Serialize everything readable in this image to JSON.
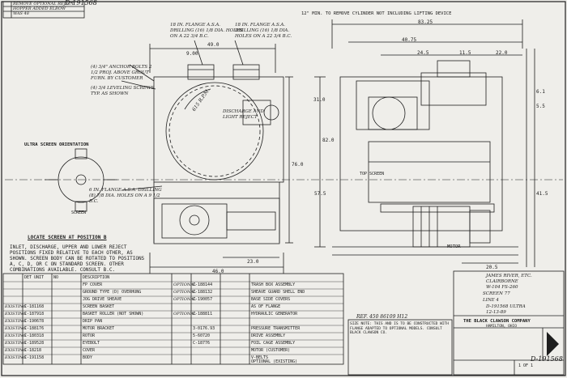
{
  "sheet": {
    "drawing_no_top": "D-191568",
    "drawing_no_bottom": "D-191568",
    "sheet_no": "1 OF 1",
    "company": "THE BLACK CLAWSON COMPANY",
    "company_sub": "HAMILTON, OHIO",
    "title_block": [
      "JAMES RIVER, ETC.",
      "CLAIRBORNE",
      "W-104 FS-260",
      "D-191568 ULTRA",
      "12-13-89"
    ],
    "ref_note": "REF. 450 86109 H12",
    "spec_note": "SIZE NOTE: THIS AND IS TO BE CONSTRUCTED WITH FLANGE ADAPTED TO OPTIONAL MODELS. CONSULT BLACK CLAWSON CO."
  },
  "top_revisions": {
    "row1": "REMOVE OPTIONAL REJECT",
    "row2": "HOPPER ADDED ELBOW",
    "row3": "WAS 48"
  },
  "annotations": {
    "min_remove": "12\" MIN. TO REMOVE CYLINDER NOT INCLUDING LIFTING DEVICE",
    "flange_18a": "18 IN. FLANGE A.S.A. DRILLING (16) 1/8 DIA. HOLES ON A 22 3/4 B.C.",
    "flange_18b": "18 IN. FLANGE A.S.A. DRILLING (16) 1/8 DIA. HOLES ON A 22 3/4 B.C.",
    "anchor_bolts": "(4) 3/4\" ANCHOR BOLTS 2 1/2 PROJ. ABOVE GROUT FURN. BY CUSTOMER",
    "leveling": "(4) 3/4 LEVELING SCREWS TYP. AS SHOWN",
    "flange_6": "6 IN. FLANGE A.S.A. DRILLING (8) 7/8 DIA. HOLES ON A 9 1/2 B.C.",
    "discharge": "DISCHARGE AND LIGHT REJECT",
    "rpm": "615 R.P.M.",
    "orientation_title": "ULTRA SCREEN ORIENTATION",
    "position": "LOCATE SCREEN AT POSITION B",
    "inlet_note": "INLET, DISCHARGE, UPPER AND LOWER REJECT POSITIONS FIXED RELATIVE TO EACH OTHER, AS SHOWN. SCREEN BODY CAN BE ROTATED TO POSITIONS A, C, D, OR C ON STANDARD SCREEN. OTHER COMBINATIONS AVAILABLE. CONSULT B.C.",
    "screen_label": "SCREEN",
    "top_screen": "TOP SCREEN",
    "motor": "MOTOR",
    "screen_id": "SCREEN 77",
    "line_id": "LINE 4"
  },
  "dimensions": {
    "d49": "49.0",
    "d900": "9.00",
    "d8325": "83.25",
    "d4075": "40.75",
    "d245": "24.5",
    "d115": "11.5",
    "d225": "22.0",
    "d310": "31.0",
    "d820": "82.0",
    "d760": "76.0",
    "d575": "57.5",
    "d230": "23.0",
    "d460": "46.0",
    "d415": "41.5",
    "d55": "5.5",
    "d205": "20.5",
    "d61": "6.1"
  },
  "bom_left": [
    {
      "qty": "",
      "desc": "FP COVER",
      "item": ""
    },
    {
      "qty": "",
      "desc": "GROUND TYPE (D) OVERHUNG",
      "item": ""
    },
    {
      "qty": "",
      "desc": "JOG DRIVE SHEAVE",
      "item": ""
    },
    {
      "qty": "EXISTING",
      "desc": "SCREEN BASKET",
      "item": "C-181168"
    },
    {
      "qty": "EXISTING",
      "desc": "BASKET ROLLER (NOT SHOWN)",
      "item": "C-187918"
    },
    {
      "qty": "EXISTING",
      "desc": "DRIP PAN",
      "item": "C-190678"
    },
    {
      "qty": "EXISTING",
      "desc": "MOTOR BRACKET",
      "item": "C-188176"
    },
    {
      "qty": "EXISTING",
      "desc": "ROTOR",
      "item": "C-180318"
    },
    {
      "qty": "EXISTING",
      "desc": "EYEBOLT",
      "item": "C-189528"
    },
    {
      "qty": "EXISTING",
      "desc": "COVER",
      "item": "C-18218"
    },
    {
      "qty": "EXISTING",
      "desc": "BODY",
      "item": "C-191158"
    }
  ],
  "bom_right": [
    {
      "qty": "OPTIONAL",
      "desc": "TRASH BOX ASSEMBLY",
      "item": "C-188144"
    },
    {
      "qty": "OPTIONAL",
      "desc": "SHEAVE GUARD SHELL END",
      "item": "C-188132"
    },
    {
      "qty": "OPTIONAL",
      "desc": "BASE SIDE COVERS",
      "item": "C-190057"
    },
    {
      "qty": "",
      "desc": "AS OF FLANGE",
      "item": ""
    },
    {
      "qty": "OPTIONAL",
      "desc": "HYDRAULIC GENERATOR",
      "item": "C-188811"
    },
    {
      "qty": "",
      "desc": "PRESSURE TRANSMITTER",
      "item": "3-0176.93"
    },
    {
      "qty": "",
      "desc": "DRIVE ASSEMBLY",
      "item": "5-60720"
    },
    {
      "qty": "",
      "desc": "FOIL CAGE ASSEMBLY",
      "item": "C-18776"
    },
    {
      "qty": "",
      "desc": "MOTOR (CUSTOMER)",
      "item": ""
    },
    {
      "qty": "",
      "desc": "V-BELTS",
      "item": ""
    },
    {
      "qty": "",
      "desc": "OPTIONAL (EXISTING)",
      "item": ""
    }
  ],
  "bom_header": {
    "c1": "DET UNIT",
    "c2": "NO",
    "c3": "DESCRIPTION"
  }
}
